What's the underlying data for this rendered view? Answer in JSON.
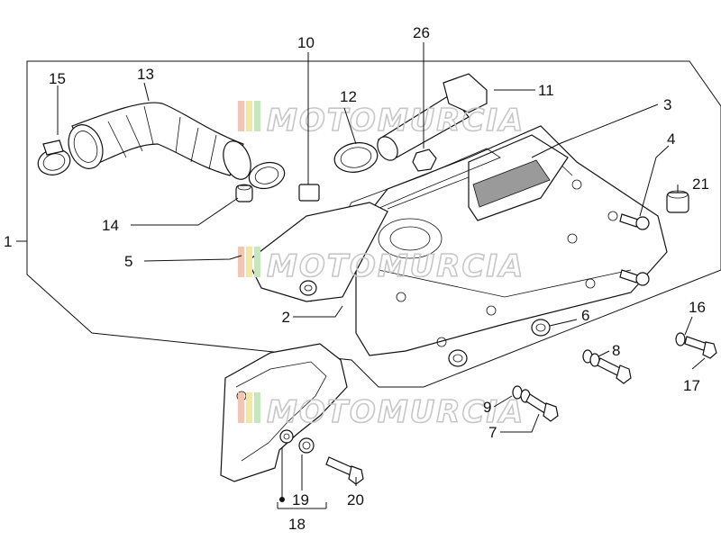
{
  "watermark": {
    "text": "MOTOMURCIA"
  },
  "labels": {
    "l1": "1",
    "l2": "2",
    "l3": "3",
    "l4": "4",
    "l5": "5",
    "l6": "6",
    "l7": "7",
    "l8": "8",
    "l9": "9",
    "l10": "10",
    "l11": "11",
    "l12": "12",
    "l13": "13",
    "l14": "14",
    "l15": "15",
    "l16": "16",
    "l17": "17",
    "l18": "18",
    "l19": "19",
    "l20": "20",
    "l21": "21",
    "l26": "26"
  }
}
